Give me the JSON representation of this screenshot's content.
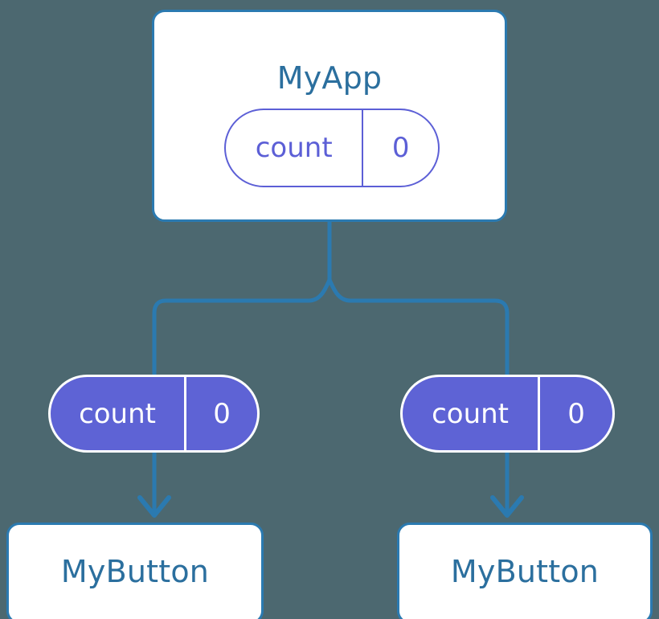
{
  "diagram": {
    "background_color": "#4c6870",
    "accent_blue": "#2b7ab0",
    "title_blue": "#2b6f9e",
    "accent_purple": "#5e63d5",
    "root": {
      "title": "MyApp",
      "state_pill": {
        "key": "count",
        "value": "0"
      }
    },
    "branches": [
      {
        "prop_pill": {
          "key": "count",
          "value": "0"
        },
        "child": {
          "title": "MyButton"
        }
      },
      {
        "prop_pill": {
          "key": "count",
          "value": "0"
        },
        "child": {
          "title": "MyButton"
        }
      }
    ]
  }
}
